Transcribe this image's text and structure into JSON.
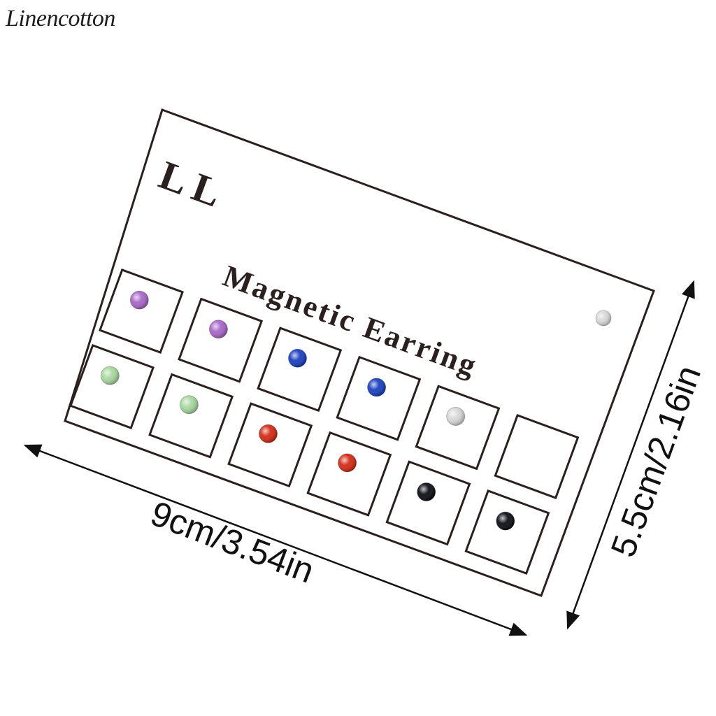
{
  "brand": {
    "name": "Linencotton"
  },
  "card": {
    "logo": "L L",
    "title": "Magnetic Earring"
  },
  "dimensions": {
    "width_label": "9cm/3.54in",
    "height_label": "5.5cm/2.16in"
  },
  "earrings": {
    "top_row": [
      "purple",
      "purple",
      "blue",
      "blue",
      "clear",
      "empty"
    ],
    "bottom_row": [
      "light-green",
      "light-green",
      "red",
      "red",
      "black",
      "black"
    ],
    "loose_stud": "clear"
  },
  "colors": {
    "purple": "#a866c9",
    "blue": "#1a3fc0",
    "clear": "#d8d8d8",
    "light-green": "#a8d8a0",
    "red": "#d42a14",
    "black": "#0c0c14",
    "ink": "#2a2020"
  }
}
